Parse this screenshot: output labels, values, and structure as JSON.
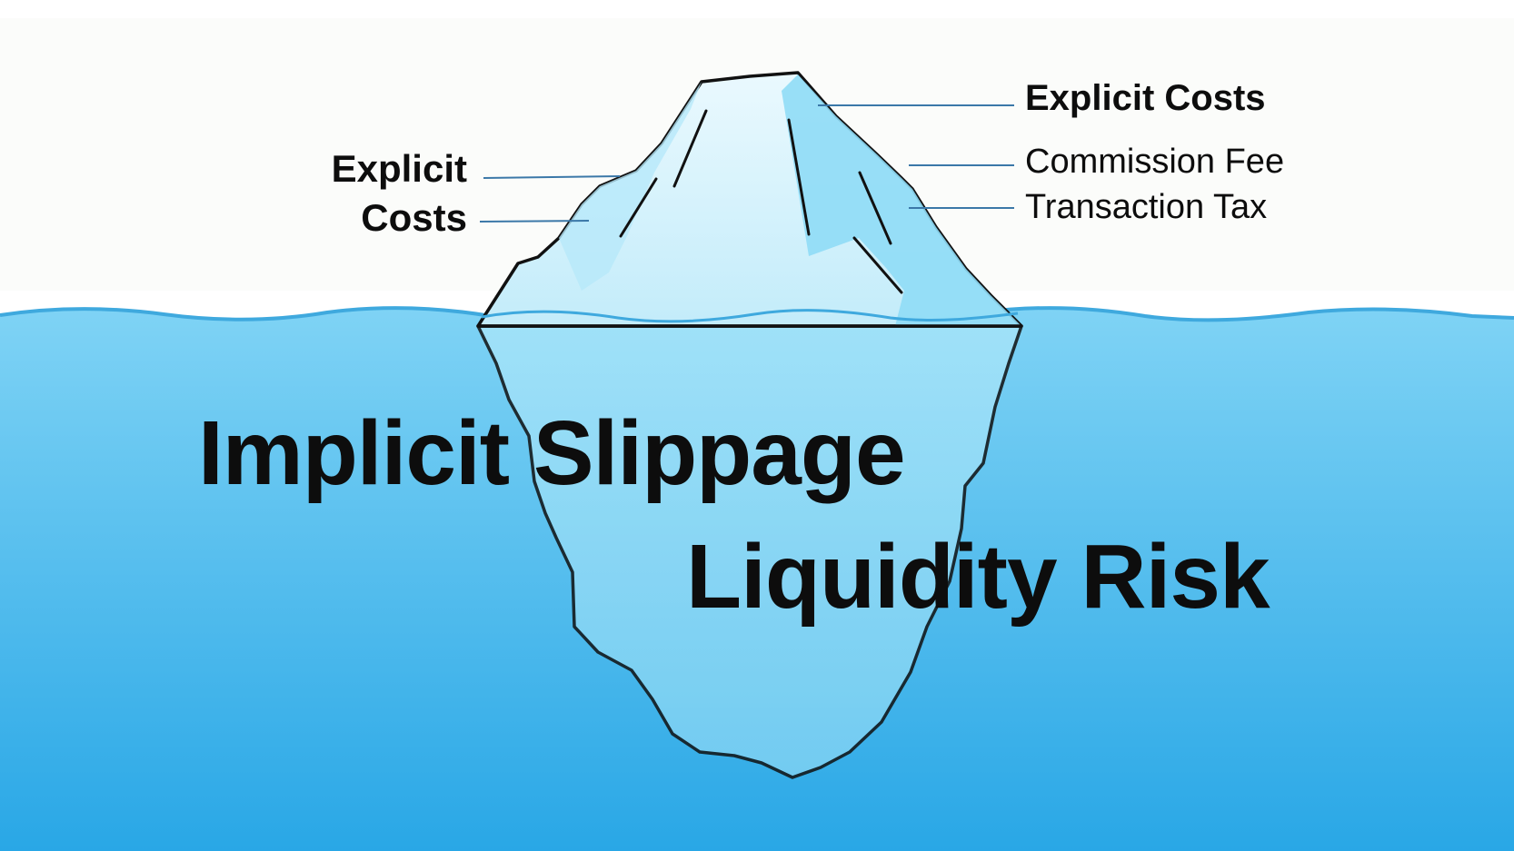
{
  "labels": {
    "left_line_1": "Explicit",
    "left_line_2": "Costs",
    "right_title": "Explicit Costs",
    "right_item_1": "Commission Fee",
    "right_item_2": "Transaction Tax",
    "big_line_1": "Implicit Slippage",
    "big_line_2": "Liquidity Risk"
  },
  "colors": {
    "sky": "#ffffff",
    "water_top": "#7fd3f5",
    "water_bottom": "#29a7e6",
    "wave": "#3fa9de",
    "ice_light": "#d9f3fc",
    "ice_shade": "#8fdcf6",
    "ice_underwater": "#8cd8f6",
    "outline": "#111111",
    "leader_line": "#3b78a8",
    "text": "#0d0d0d"
  }
}
